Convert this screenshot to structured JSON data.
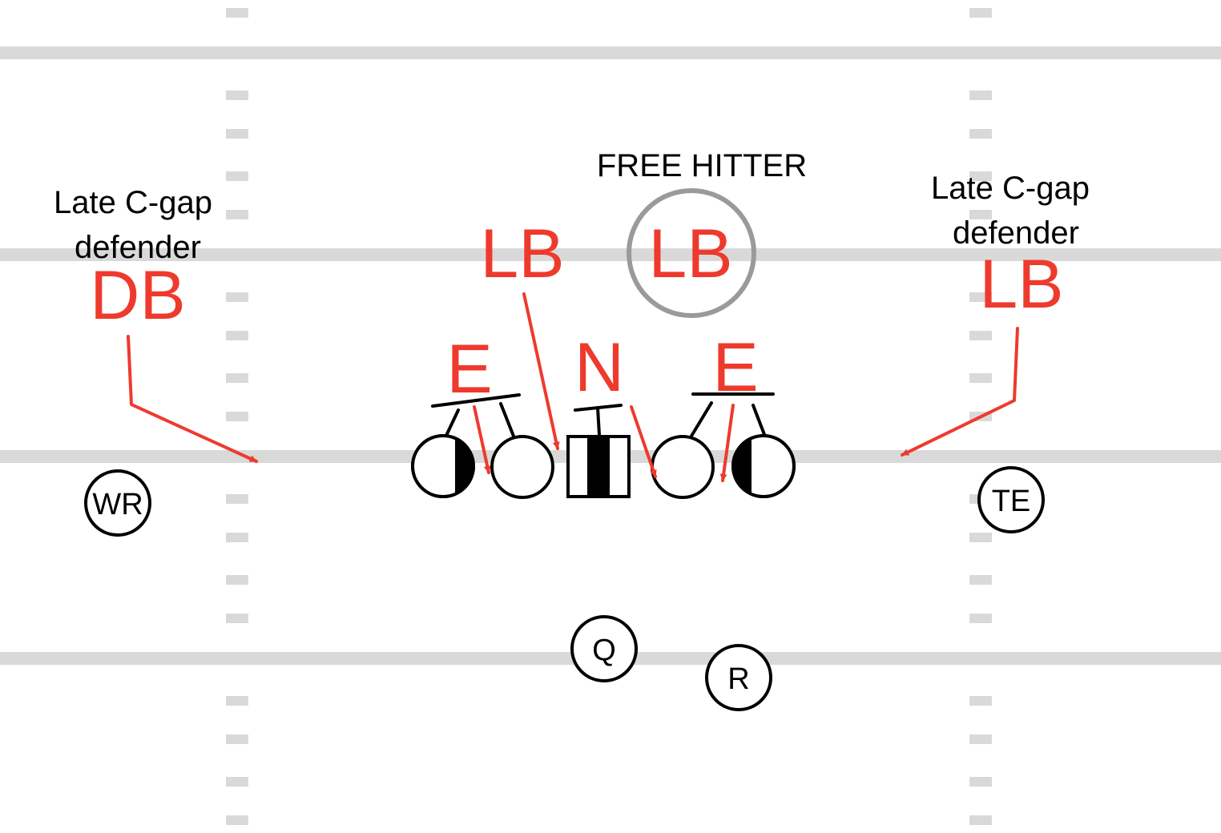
{
  "notes": {
    "left_line1": "Late C-gap",
    "left_line2": "defender",
    "right_line1": "Late C-gap",
    "right_line2": "defender",
    "free_hitter": "FREE HITTER"
  },
  "defense": {
    "db_left": "DB",
    "lb_inside": "LB",
    "lb_free": "LB",
    "lb_right": "LB",
    "end_left": "E",
    "nose": "N",
    "end_right": "E"
  },
  "offense": {
    "wr": "WR",
    "te": "TE",
    "qb": "Q",
    "rb": "R"
  },
  "colors": {
    "defense_red": "#ee3a2d",
    "field_gray": "#d9d9d9",
    "free_hitter_ring": "#9a9a9a"
  }
}
